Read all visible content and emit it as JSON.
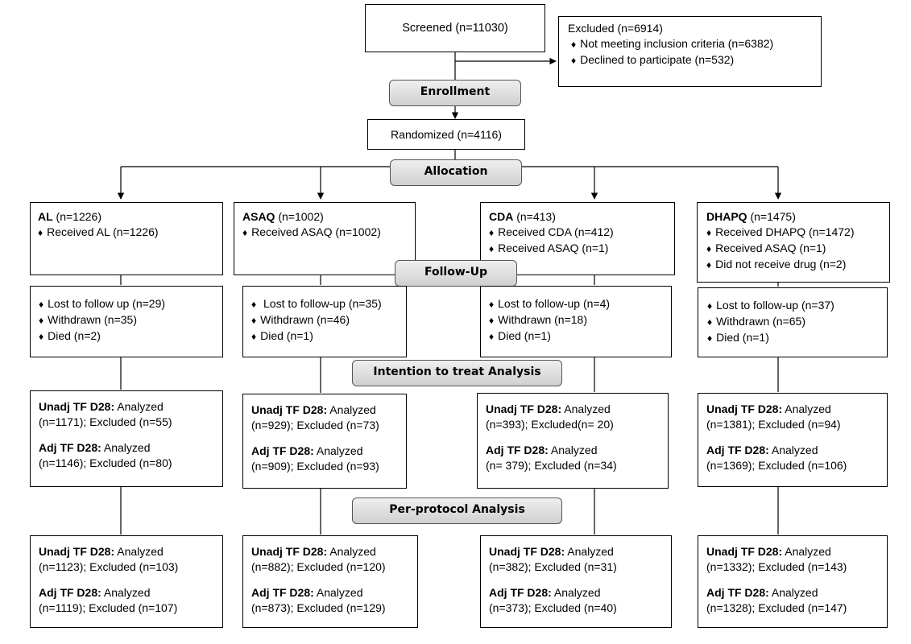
{
  "screened": "Screened (n=11030)",
  "excluded": {
    "title": "Excluded  (n=6914)",
    "items": [
      "Not meeting inclusion criteria (n=6382)",
      "Declined to participate (n=532)"
    ]
  },
  "stages": {
    "enrollment": "Enrollment",
    "allocation": "Allocation",
    "followup": "Follow-Up",
    "itt": "Intention to treat Analysis",
    "pp": "Per-protocol Analysis"
  },
  "randomized": "Randomized  (n=4116)",
  "arms": [
    {
      "name": "AL",
      "n": " (n=1226)",
      "received": [
        "Received AL (n=1226)"
      ],
      "followup": [
        "Lost to follow up (n=29)",
        "Withdrawn (n=35)",
        "Died (n=2)"
      ],
      "itt": {
        "unadj_label": "Unadj TF D28:",
        "unadj_head": " Analyzed",
        "unadj_tail": "(n=1171); Excluded (n=55)",
        "adj_label": "Adj TF D28:",
        "adj_head": " Analyzed",
        "adj_tail": "(n=1146); Excluded (n=80)"
      },
      "pp": {
        "unadj_label": "Unadj TF D28:",
        "unadj_head": " Analyzed",
        "unadj_tail": "(n=1123); Excluded (n=103)",
        "adj_label": "Adj TF D28:",
        "adj_head": " Analyzed",
        "adj_tail": " (n=1119); Excluded (n=107)"
      }
    },
    {
      "name": "ASAQ",
      "n": " (n=1002)",
      "received": [
        "Received ASAQ (n=1002)"
      ],
      "followup": [
        " Lost to follow-up (n=35)",
        "Withdrawn (n=46)",
        "Died (n=1)"
      ],
      "itt": {
        "unadj_label": "Unadj TF D28:",
        "unadj_head": " Analyzed",
        "unadj_tail": "(n=929); Excluded (n=73)",
        "adj_label": "Adj TF D28:",
        "adj_head": " Analyzed",
        "adj_tail": "(n=909); Excluded (n=93)"
      },
      "pp": {
        "unadj_label": "Unadj TF D28:",
        "unadj_head": " Analyzed",
        "unadj_tail": "(n=882); Excluded (n=120)",
        "adj_label": "Adj TF D28:",
        "adj_head": " Analyzed",
        "adj_tail": " (n=873); Excluded (n=129)"
      }
    },
    {
      "name": "CDA",
      "n": " (n=413)",
      "received": [
        "Received CDA (n=412)",
        "Received ASAQ (n=1)"
      ],
      "followup": [
        "Lost to follow-up (n=4)",
        "Withdrawn (n=18)",
        "Died (n=1)"
      ],
      "itt": {
        "unadj_label": "Unadj TF D28:",
        "unadj_head": " Analyzed",
        "unadj_tail": "(n=393); Excluded(n= 20)",
        "adj_label": "Adj TF D28:",
        "adj_head": " Analyzed",
        "adj_tail": "(n= 379); Excluded (n=34)"
      },
      "pp": {
        "unadj_label": "Unadj TF D28:",
        "unadj_head": " Analyzed",
        "unadj_tail": "(n=382); Excluded (n=31)",
        "adj_label": "Adj TF D28:",
        "adj_head": " Analyzed",
        "adj_tail": " (n=373); Excluded (n=40)"
      }
    },
    {
      "name": "DHAPQ",
      "n": " (n=1475)",
      "received": [
        "Received DHAPQ (n=1472)",
        "Received ASAQ (n=1)",
        "Did not receive drug (n=2)"
      ],
      "followup": [
        "Lost to follow-up (n=37)",
        "Withdrawn (n=65)",
        "Died (n=1)"
      ],
      "itt": {
        "unadj_label": "Unadj TF D28:",
        "unadj_head": " Analyzed",
        "unadj_tail": "(n=1381); Excluded (n=94)",
        "adj_label": "Adj TF D28:",
        "adj_head": " Analyzed",
        "adj_tail": " (n=1369); Excluded (n=106)"
      },
      "pp": {
        "unadj_label": "Unadj TF D28:",
        "unadj_head": " Analyzed",
        "unadj_tail": "(n=1332); Excluded (n=143)",
        "adj_label": "Adj TF D28:",
        "adj_head": " Analyzed",
        "adj_tail": "(n=1328); Excluded (n=147)"
      }
    }
  ]
}
